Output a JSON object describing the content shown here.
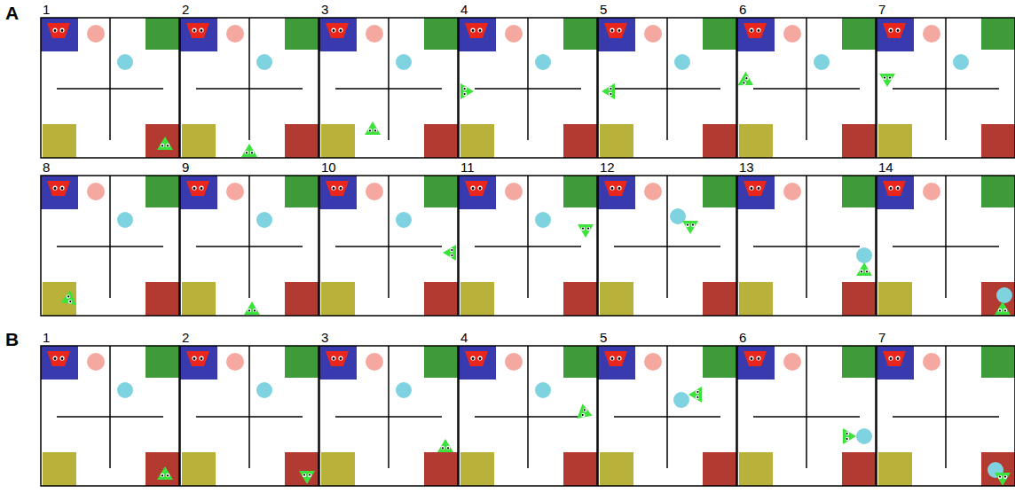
{
  "diagram": {
    "labels": [
      "A",
      "1",
      "2",
      "3",
      "4",
      "5",
      "6",
      "7",
      "8",
      "9",
      "10",
      "11",
      "12",
      "13",
      "14",
      "B",
      "1",
      "2",
      "3",
      "4",
      "5",
      "6",
      "7"
    ]
  }
}
